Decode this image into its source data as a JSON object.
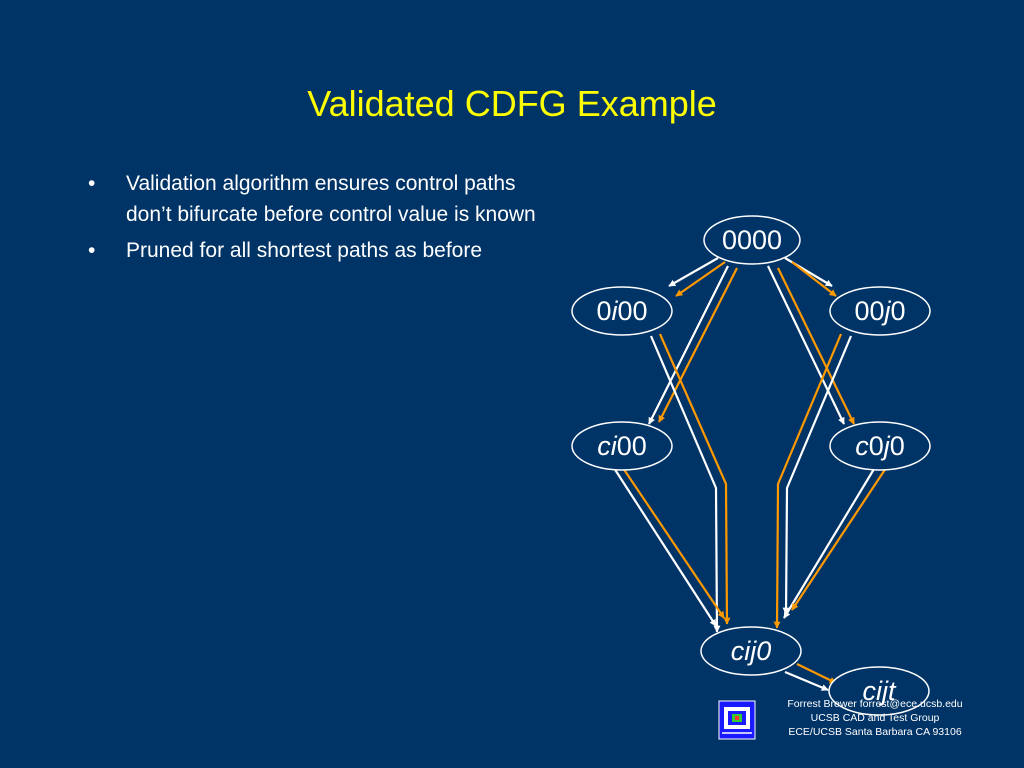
{
  "slide": {
    "title": "Validated CDFG Example",
    "bullets": [
      "Validation algorithm ensures control paths don’t bifurcate before control value is known",
      "Pruned for all shortest paths as before"
    ],
    "bullet_glyph": "•"
  },
  "diagram": {
    "nodes": [
      {
        "id": "n0000",
        "parts": [
          {
            "t": "0000",
            "i": false
          }
        ]
      },
      {
        "id": "n0i00",
        "parts": [
          {
            "t": "0",
            "i": false
          },
          {
            "t": "i",
            "i": true
          },
          {
            "t": "00",
            "i": false
          }
        ]
      },
      {
        "id": "n00j0",
        "parts": [
          {
            "t": "00",
            "i": false
          },
          {
            "t": "j",
            "i": true
          },
          {
            "t": "0",
            "i": false
          }
        ]
      },
      {
        "id": "nci00",
        "parts": [
          {
            "t": "ci",
            "i": true
          },
          {
            "t": "00",
            "i": false
          }
        ]
      },
      {
        "id": "nc0j0",
        "parts": [
          {
            "t": "c",
            "i": true
          },
          {
            "t": "0",
            "i": false
          },
          {
            "t": "j",
            "i": true
          },
          {
            "t": "0",
            "i": false
          }
        ]
      },
      {
        "id": "ncij0",
        "parts": [
          {
            "t": "cij0",
            "i": true
          }
        ]
      },
      {
        "id": "ncijt",
        "parts": [
          {
            "t": "cijt",
            "i": true
          }
        ]
      }
    ],
    "colors": {
      "background": "#003366",
      "node_fill": "#003366",
      "node_stroke": "#ffffff",
      "white_path": "#ffffff",
      "orange_path": "#ff9900",
      "title": "#ffff00"
    }
  },
  "footer": {
    "lines": [
      "Forrest Brewer  forrest@ece.ucsb.edu",
      "UCSB CAD and Test Group",
      "ECE/UCSB Santa Barbara CA 93106"
    ]
  }
}
